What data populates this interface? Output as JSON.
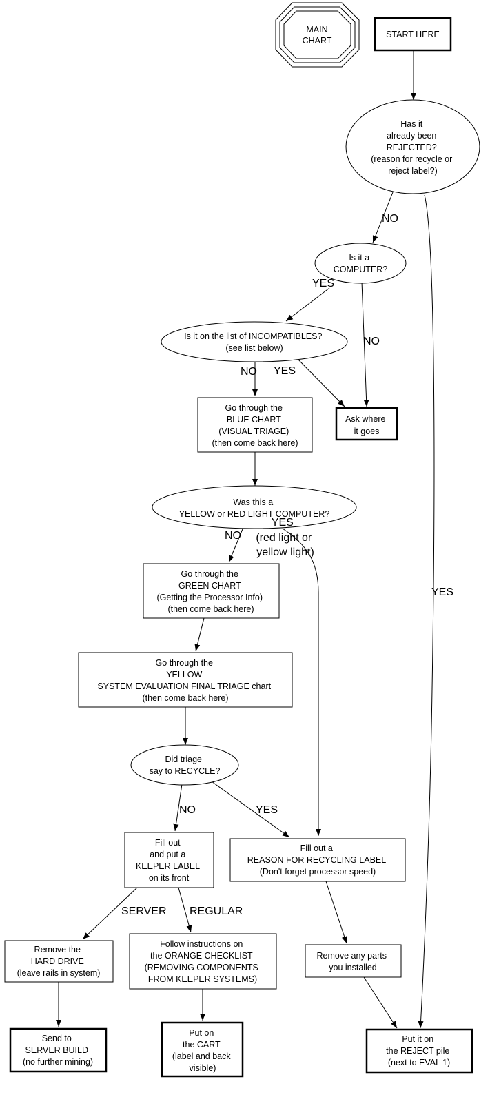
{
  "nodes": {
    "main_chart": [
      "MAIN",
      "CHART"
    ],
    "start": [
      "START HERE"
    ],
    "rejected_q": [
      "Has it",
      "already been",
      "REJECTED?",
      "(reason for recycle or",
      "reject label?)"
    ],
    "computer_q": [
      "Is it a",
      "COMPUTER?"
    ],
    "incompat_q": [
      "Is it on the list of INCOMPATIBLES?",
      "(see list below)"
    ],
    "blue_chart": [
      "Go through the",
      "BLUE CHART",
      "(VISUAL TRIAGE)",
      "(then come back here)"
    ],
    "ask": [
      "Ask where",
      "it goes"
    ],
    "light_q": [
      "Was this a",
      "YELLOW or RED LIGHT COMPUTER?"
    ],
    "green_chart": [
      "Go through the",
      "GREEN CHART",
      "(Getting the Processor Info)",
      "(then come back here)"
    ],
    "yellow_chart": [
      "Go through the",
      "YELLOW",
      "SYSTEM EVALUATION FINAL TRIAGE chart",
      "(then come back here)"
    ],
    "recycle_q": [
      "Did triage",
      "say to RECYCLE?"
    ],
    "keeper_label": [
      "Fill out",
      "and put a",
      "KEEPER LABEL",
      "on its front"
    ],
    "recycling_label": [
      "Fill out a",
      "REASON FOR RECYCLING LABEL",
      "(Don't forget processor speed)"
    ],
    "hard_drive": [
      "Remove the",
      "HARD DRIVE",
      "(leave rails in system)"
    ],
    "orange_checklist": [
      "Follow instructions on",
      "the ORANGE CHECKLIST",
      "(REMOVING COMPONENTS",
      "FROM KEEPER SYSTEMS)"
    ],
    "remove_parts": [
      "Remove any parts",
      "you installed"
    ],
    "server_build": [
      "Send to",
      "SERVER BUILD",
      "(no further mining)"
    ],
    "cart": [
      "Put on",
      "the CART",
      "(label and back",
      "visible)"
    ],
    "reject_pile": [
      "Put it on",
      "the REJECT pile",
      "(next to EVAL 1)"
    ]
  },
  "edge_labels": {
    "rejected_no": [
      "NO"
    ],
    "rejected_yes": [
      "YES"
    ],
    "computer_yes": [
      "YES"
    ],
    "computer_no": [
      "NO"
    ],
    "incompat_no": [
      "NO"
    ],
    "incompat_yes": [
      "YES"
    ],
    "light_no": [
      "NO"
    ],
    "light_yes": [
      "YES",
      "(red light or",
      "yellow light)"
    ],
    "recycle_no": [
      "NO"
    ],
    "recycle_yes": [
      "YES"
    ],
    "server": [
      "SERVER"
    ],
    "regular": [
      "REGULAR"
    ]
  }
}
